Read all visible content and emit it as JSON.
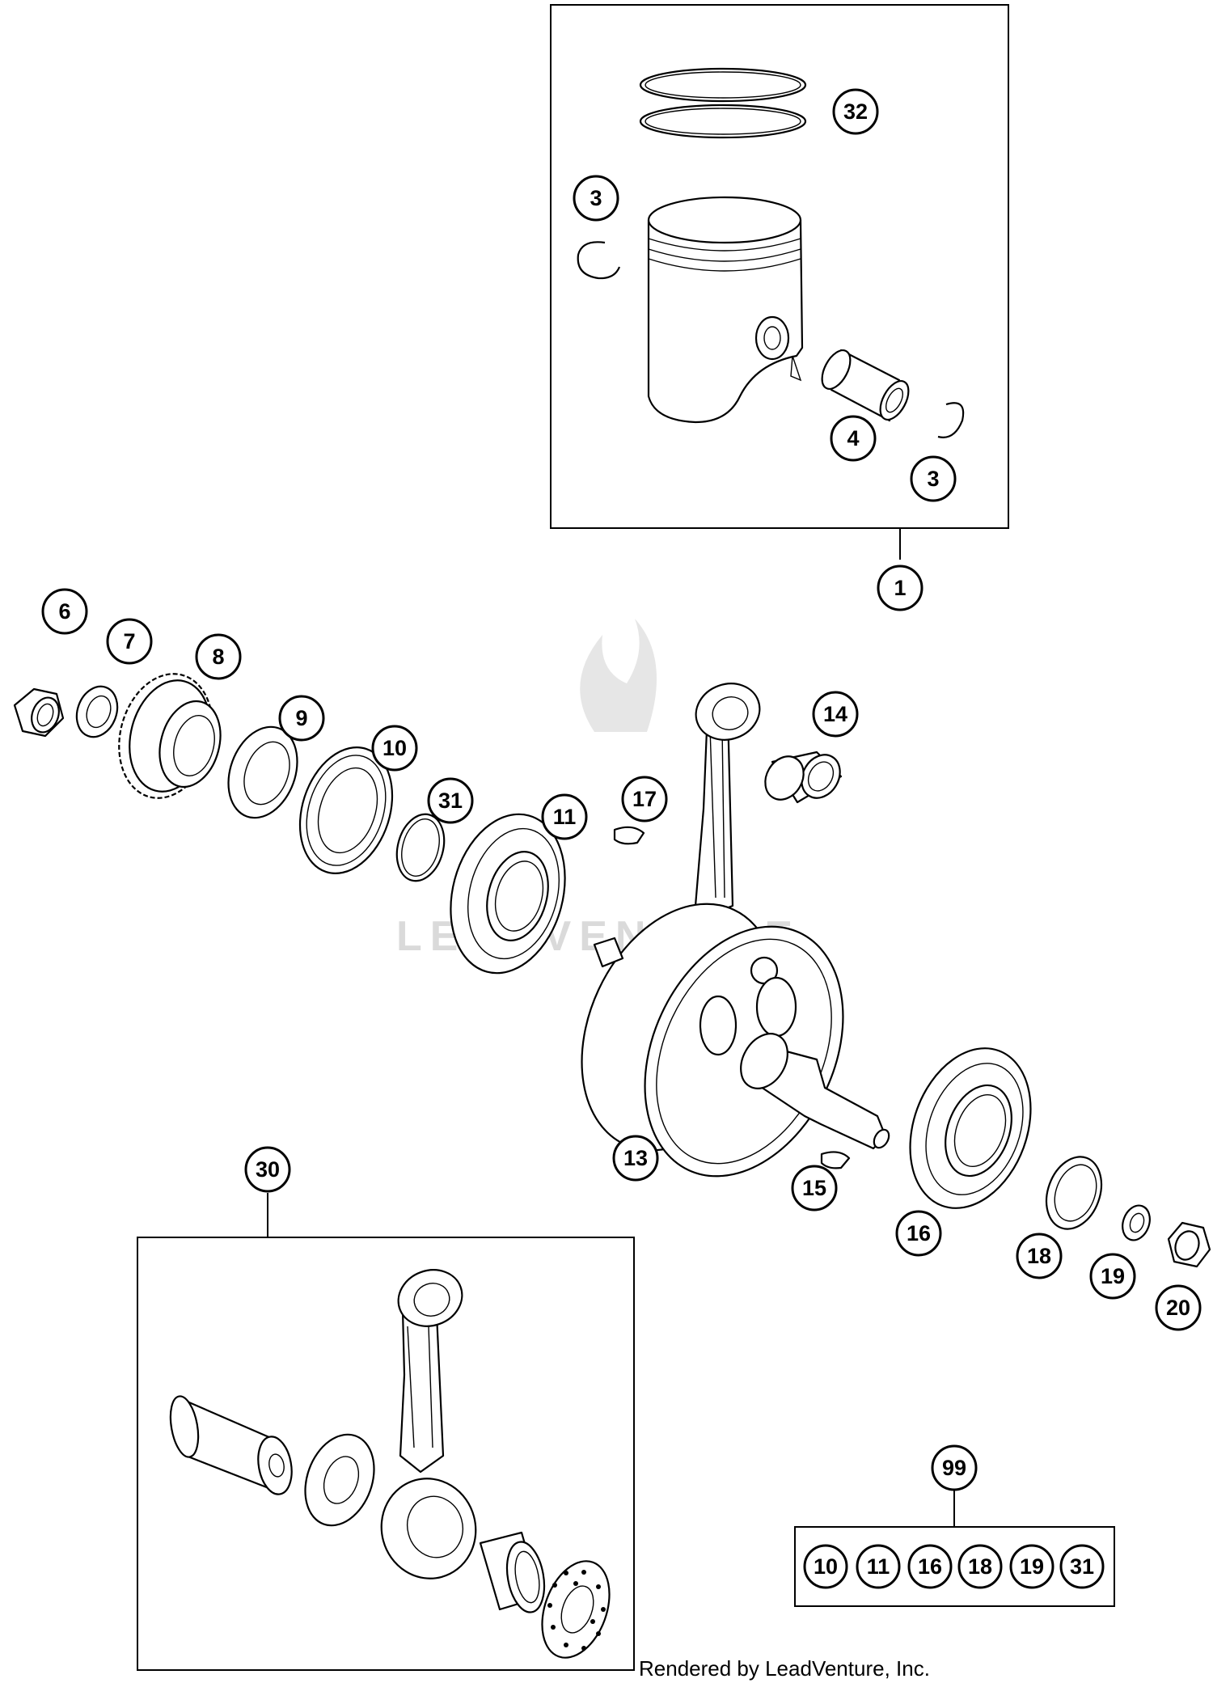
{
  "callouts": {
    "c1": "1",
    "c3a": "3",
    "c3b": "3",
    "c4": "4",
    "c6": "6",
    "c7": "7",
    "c8": "8",
    "c9": "9",
    "c10": "10",
    "c11": "11",
    "c13": "13",
    "c14": "14",
    "c15": "15",
    "c16": "16",
    "c17": "17",
    "c18": "18",
    "c19": "19",
    "c20": "20",
    "c30": "30",
    "c31": "31",
    "c32": "32",
    "c99": "99"
  },
  "kit_99_contents": [
    "10",
    "11",
    "16",
    "18",
    "19",
    "31"
  ],
  "footer": {
    "credit": "Rendered by LeadVenture, Inc."
  },
  "watermark": {
    "text": "LEADVENTURE"
  }
}
